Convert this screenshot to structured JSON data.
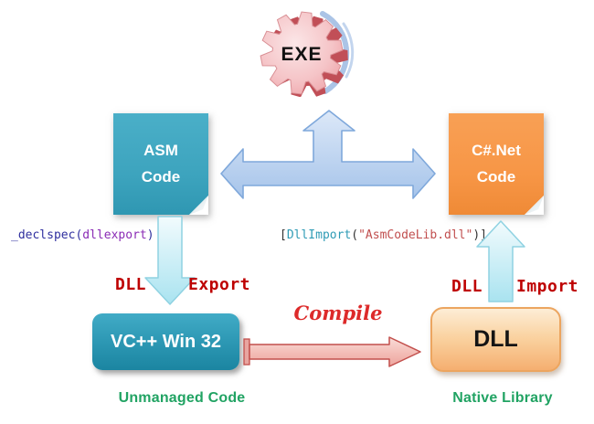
{
  "exe": {
    "label": "EXE"
  },
  "docs": {
    "asm": {
      "line1": "ASM",
      "line2": "Code"
    },
    "csnet": {
      "line1": "C#.Net",
      "line2": "Code"
    }
  },
  "code": {
    "export_snippet": {
      "prefix": "_declspec(",
      "keyword": "dllexport",
      "suffix": ")"
    },
    "import_snippet": {
      "open": "[",
      "attr": "DllImport",
      "paren": "(",
      "string": "\"AsmCodeLib.dll\"",
      "close": ")]"
    }
  },
  "labels": {
    "export_left": "DLL",
    "export_right": "Export",
    "import_left": "DLL",
    "import_right": "Import",
    "compile": "Compile"
  },
  "boxes": {
    "vcpp": "VC++ Win 32",
    "dll": "DLL"
  },
  "captions": {
    "left": "Unmanaged Code",
    "right": "Native Library"
  },
  "colors": {
    "asm_teal": "#3FA6BF",
    "csnet_orange": "#F79646",
    "label_red": "#BE0000",
    "caption_green": "#21A363",
    "arrow_blue": "#AFCBEE",
    "arrow_cyan": "#BCE8F2",
    "compile_pink": "#F2B8B2",
    "gear_pink": "#F5C9CB",
    "gear_dark": "#C0505A",
    "code_navy": "#2E2E9E",
    "code_purple": "#8A2BB5",
    "code_teal": "#2E9BB5",
    "code_string_red": "#C14F4F"
  }
}
